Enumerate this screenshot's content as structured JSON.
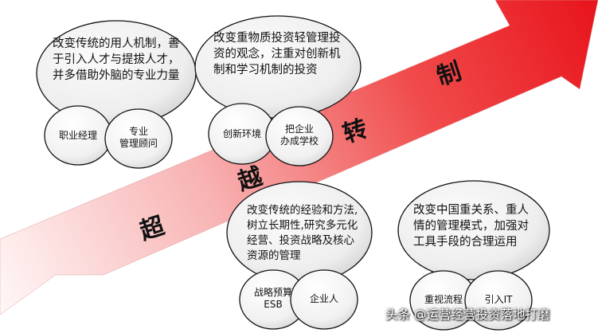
{
  "arrow_text": {
    "chao": "超",
    "yue": "越",
    "zhuan": "转",
    "zhi": "制"
  },
  "bubbles": [
    {
      "text": "改变传统的用人机制，善于引入人才与提拔人才，并多借助外脑的专业力量",
      "labels": [
        "职业经理",
        "专业\n管理顾问"
      ]
    },
    {
      "text": "改变重物质投资轻管理投资的观念，注重对创新机制和学习机制的投资",
      "labels": [
        "创新环境",
        "把企业\n办成学校"
      ]
    },
    {
      "text": "改变传统的经验和方法,树立长期性,研究多元化经营、投资战略及核心资源的管理",
      "labels": [
        "战略预算\nESB",
        "企业人"
      ]
    },
    {
      "text": "改变中国重关系、重人情的管理模式，加强对工具手段的合理运用",
      "labels": [
        "重视流程",
        "引入IT"
      ]
    }
  ],
  "watermark": "头条 @运营经营投资落地打磨",
  "colors": {
    "arrow_light": "#fdecec",
    "arrow_dark": "#e8141c",
    "bubble_light": "#f7f7f7",
    "bubble_dark": "#cfcfcf"
  }
}
